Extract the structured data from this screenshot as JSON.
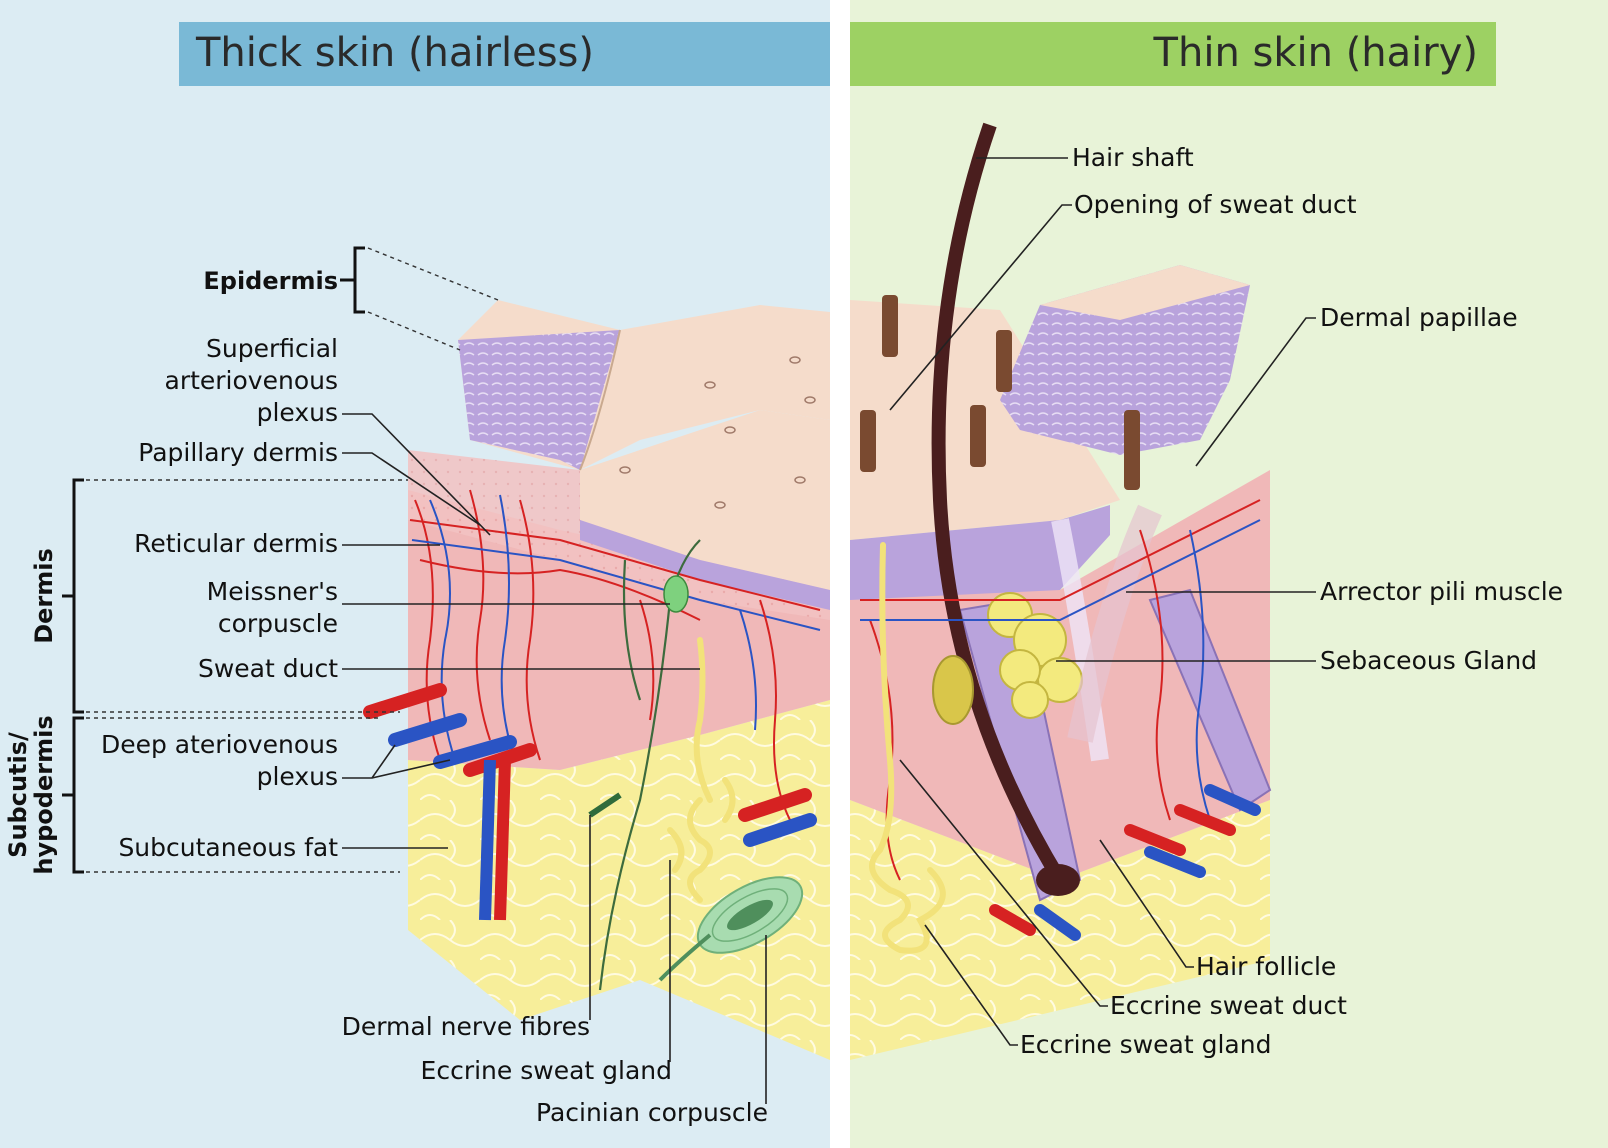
{
  "panels": {
    "left_title": "Thick skin (hairless)",
    "right_title": "Thin skin (hairy)"
  },
  "colors": {
    "left_bg": "#dcecf3",
    "right_bg": "#e8f3d8",
    "left_title_bg": "#7ab9d6",
    "right_title_bg": "#9dd163",
    "epidermis": "#f5dccb",
    "stratum": "#b9a3dc",
    "dermis": "#f0b8b8",
    "fat": "#f7ee9a",
    "artery": "#d62222",
    "vein": "#2a54c4"
  },
  "left_labels": {
    "epidermis": "Epidermis",
    "superficial_plexus": [
      "Superficial",
      "arteriovenous",
      "plexus"
    ],
    "papillary_dermis": "Papillary dermis",
    "reticular_dermis": "Reticular dermis",
    "meissner": [
      "Meissner's",
      "corpuscle"
    ],
    "sweat_duct": "Sweat duct",
    "deep_plexus": [
      "Deep ateriovenous",
      "plexus"
    ],
    "subcutaneous_fat": "Subcutaneous fat",
    "dermal_nerve_fibres": "Dermal nerve fibres",
    "eccrine_sweat_gland": "Eccrine sweat gland",
    "pacinian_corpuscle": "Pacinian corpuscle",
    "dermis_bracket": "Dermis",
    "subcutis_bracket": [
      "Subcutis/",
      "hypodermis"
    ]
  },
  "right_labels": {
    "hair_shaft": "Hair shaft",
    "opening_sweat_duct": "Opening of sweat duct",
    "dermal_papillae": "Dermal papillae",
    "arrector_pili": "Arrector pili muscle",
    "sebaceous_gland": "Sebaceous Gland",
    "hair_follicle": "Hair follicle",
    "eccrine_sweat_duct": "Eccrine sweat duct",
    "eccrine_sweat_gland": "Eccrine sweat gland"
  }
}
